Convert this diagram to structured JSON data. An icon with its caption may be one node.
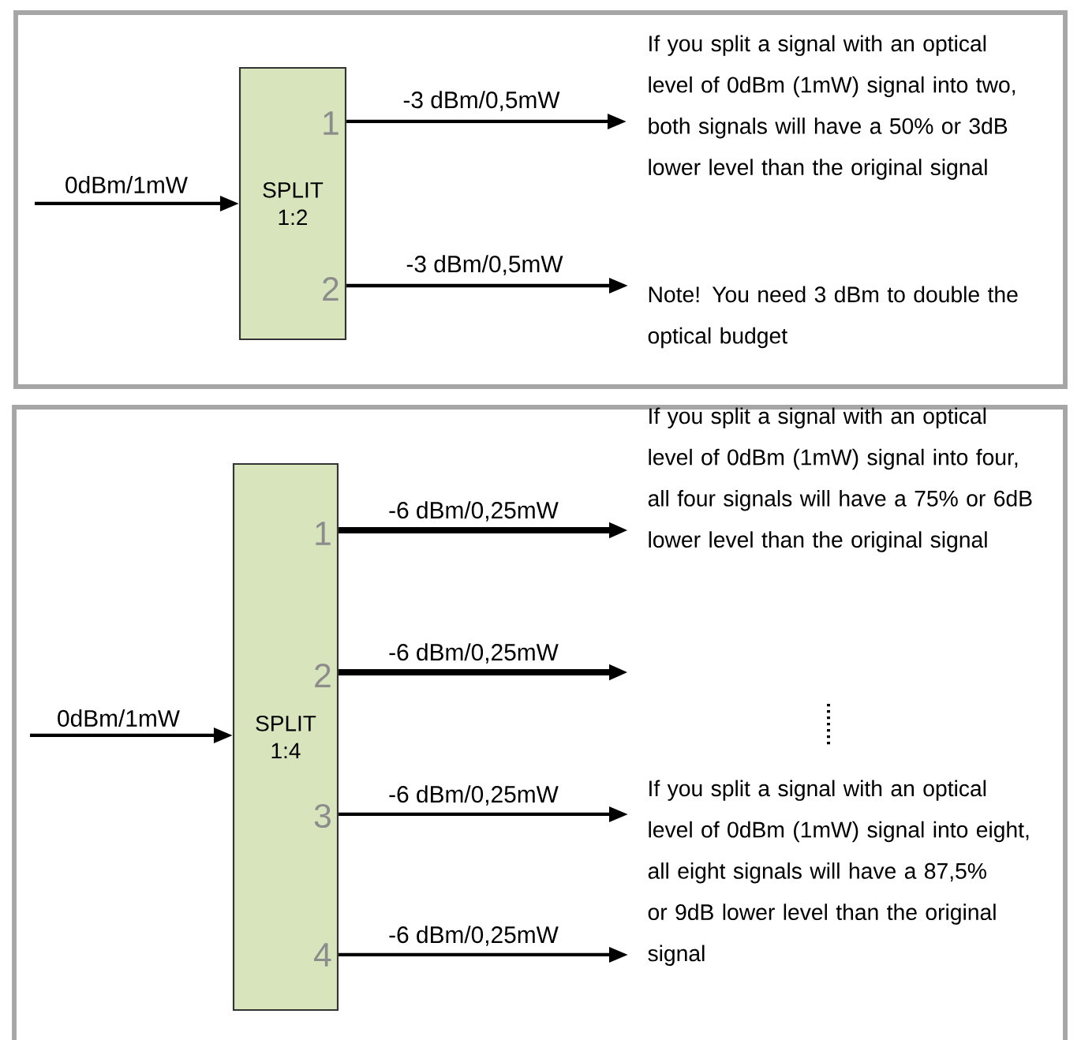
{
  "diagram": {
    "nodes": [
      {
        "text": [],
        "shape": "box"
      },
      {
        "text": [
          "SPLIT 1:2",
          "1",
          "2"
        ],
        "in": 0
      },
      {
        "text": [],
        "shape": "box"
      },
      {
        "text": [
          "SPLIT 1:4",
          "1",
          "2",
          "3",
          "4"
        ],
        "in": 2
      }
    ],
    "edges": [
      {
        "from": null,
        "to": 1,
        "arrow": "to",
        "label": "0dBm/1mW"
      },
      {
        "from": 1,
        "to": null,
        "arrow": "to",
        "label": "-3 dBm/0,5mW"
      },
      {
        "from": 1,
        "to": null,
        "arrow": "to",
        "label": "-3 dBm/0,5mW"
      },
      {
        "from": null,
        "to": 3,
        "arrow": "to",
        "label": "0dBm/1mW"
      },
      {
        "from": 3,
        "to": null,
        "arrow": "to",
        "label": "-6 dBm/0,25mW",
        "style": "thick"
      },
      {
        "from": 3,
        "to": null,
        "arrow": "to",
        "label": "-6 dBm/0,25mW",
        "style": "thick"
      },
      {
        "from": 3,
        "to": null,
        "arrow": "to",
        "label": "-6 dBm/0,25mW"
      },
      {
        "from": 3,
        "to": null,
        "arrow": "to",
        "label": "-6 dBm/0,25mW"
      }
    ],
    "labels": [
      "If you split a signal with an optical level of 0dBm (1mW) signal into two, both signals will have a 50% or 3dB lower level than the original signal",
      "Note! You need 3 dBm to double the optical budget",
      "If you split a signal with an optical level of 0dBm (1mW) signal into four, all four signals will have a 75% or 6dB lower level than the original signal",
      "If you split a signal with an optical level of 0dBm (1mW) signal into eight, all eight signals will have a 87,5% or 9dB lower level than the original signal"
    ]
  }
}
